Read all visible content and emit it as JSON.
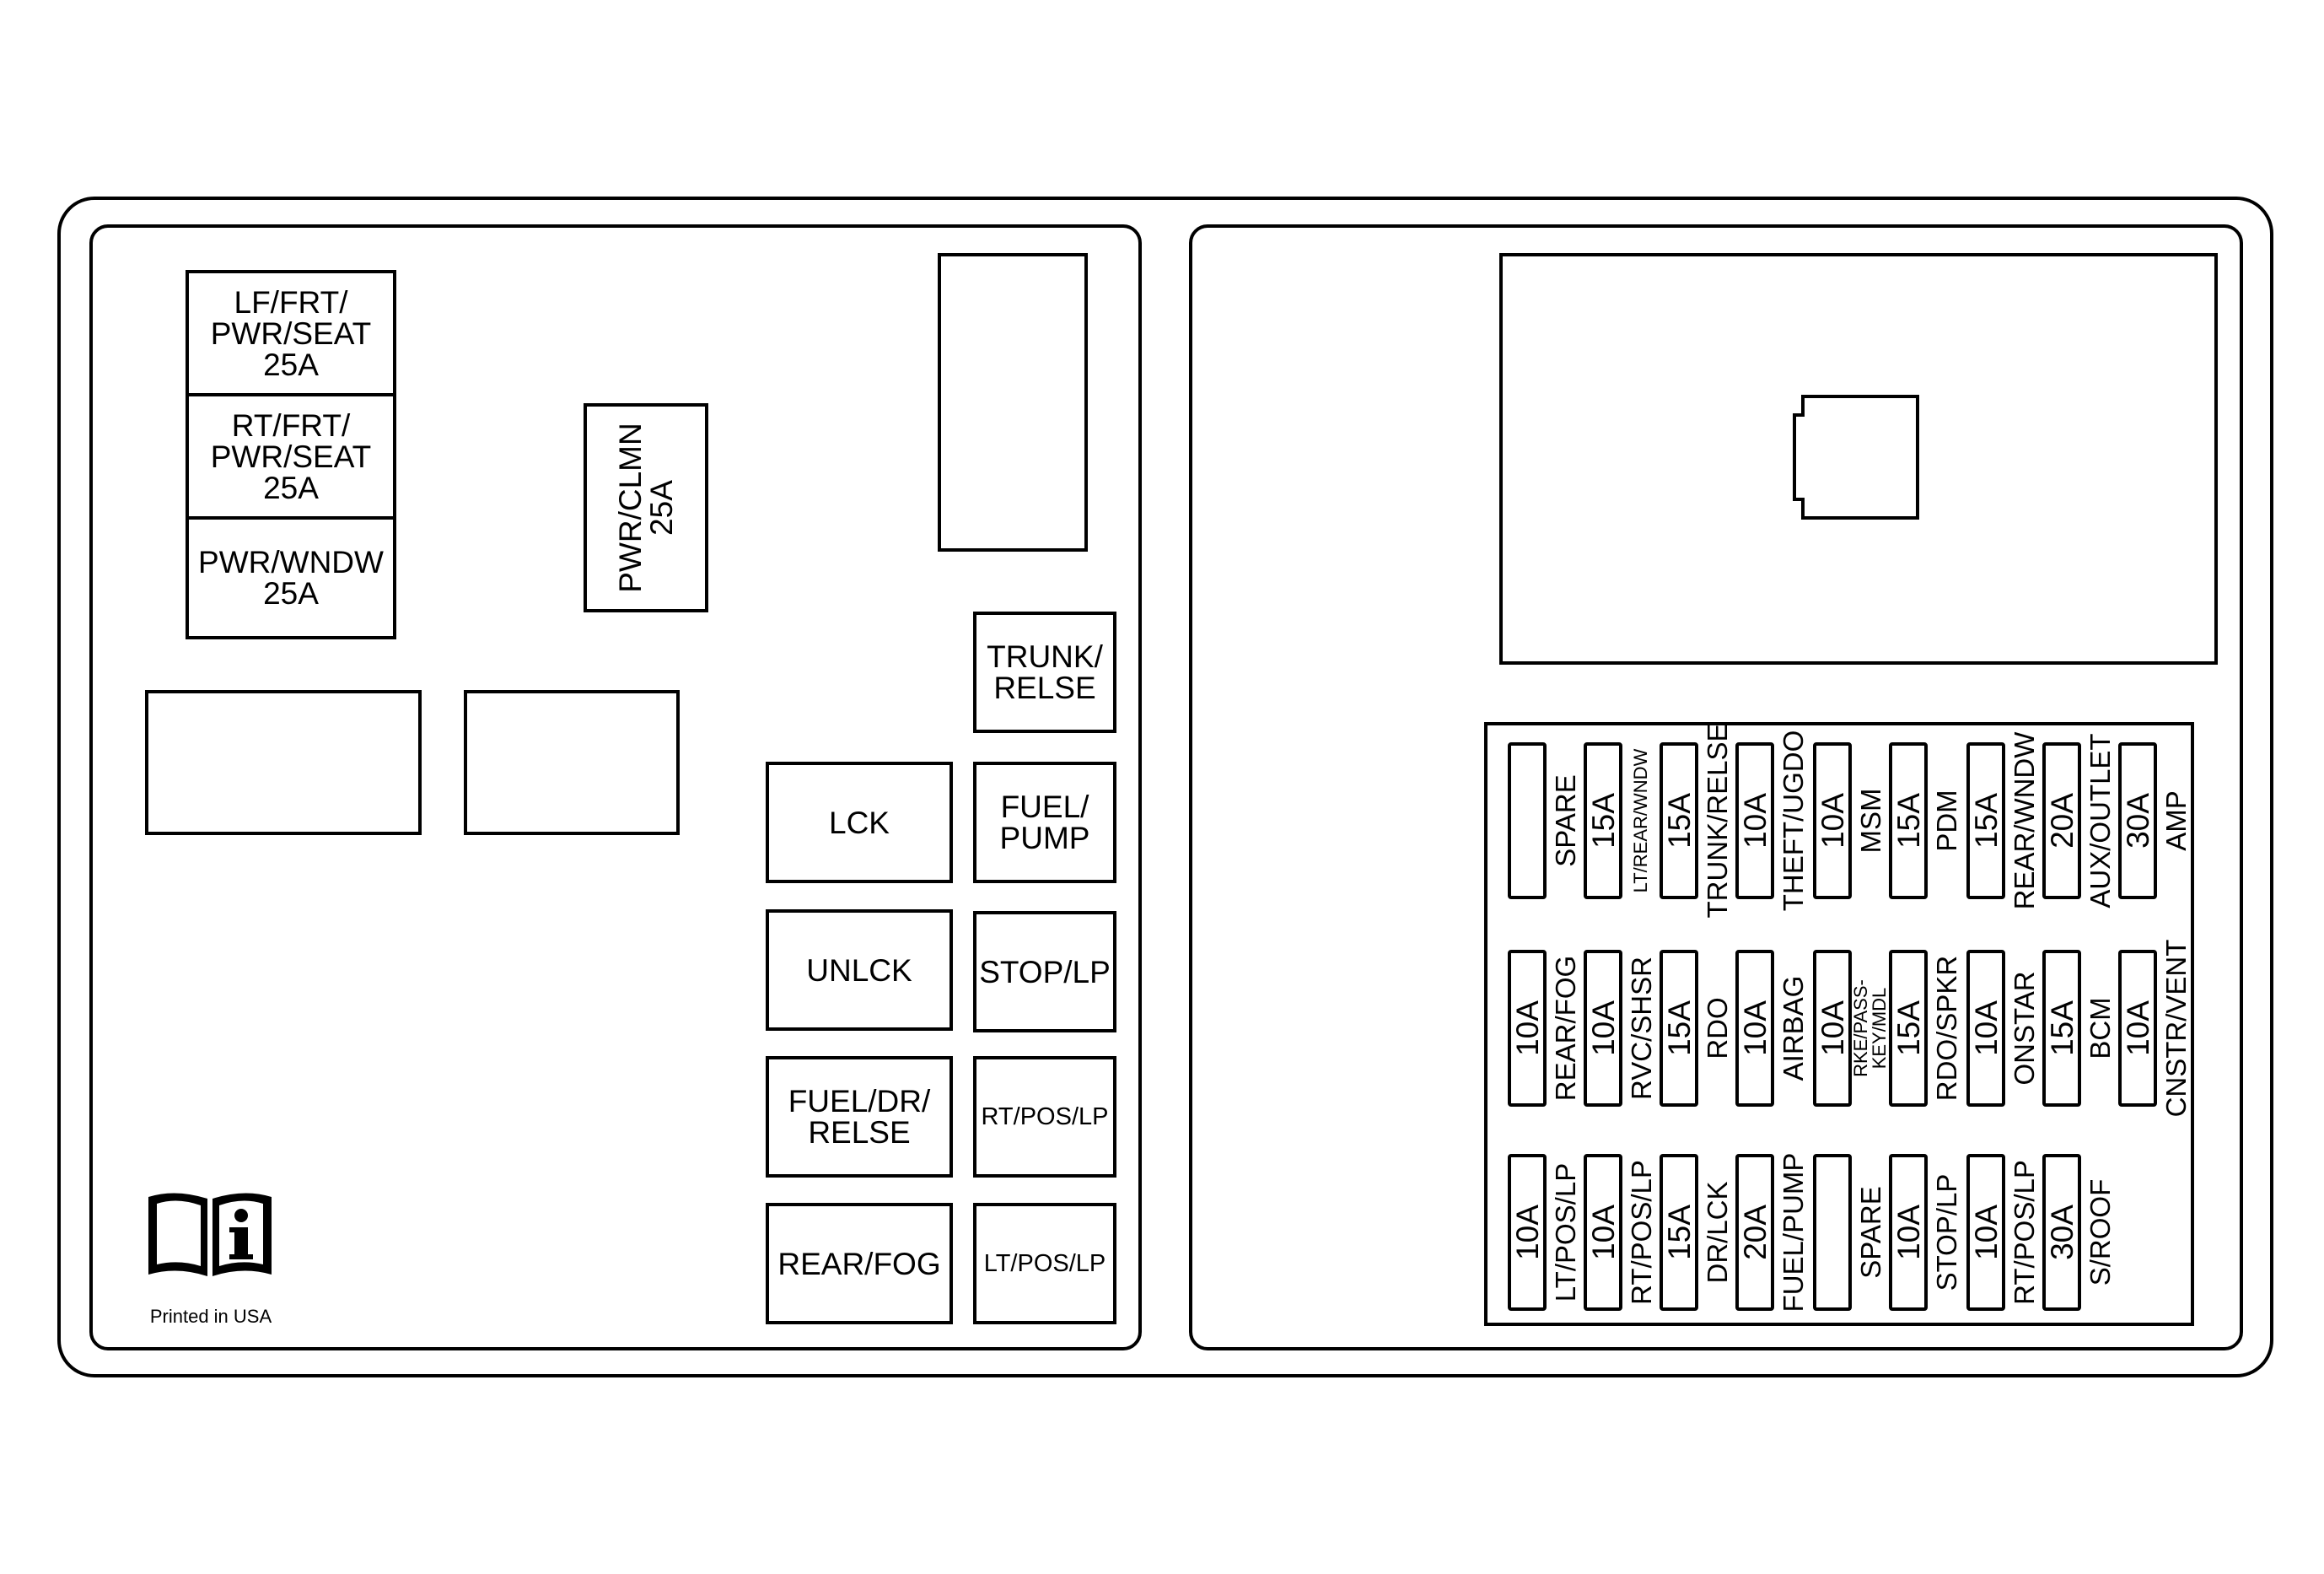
{
  "left_panel": {
    "stack": [
      "LF/FRT/\nPWR/SEAT\n25A",
      "RT/FRT/\nPWR/SEAT\n25A",
      "PWR/WNDW\n25A"
    ],
    "pwr_clmn": "PWR/CLMN\n25A",
    "relays": {
      "trunk": "TRUNK/\nRELSE",
      "lck": "LCK",
      "fuel_pump": "FUEL/\nPUMP",
      "unlck": "UNLCK",
      "stop_lp": "STOP/LP",
      "fuel_dr": "FUEL/DR/\nRELSE",
      "rt_pos": "RT/POS/LP",
      "rear_fog": "REAR/FOG",
      "lt_pos": "LT/POS/LP"
    },
    "printed": "Printed in USA",
    "manual_icon": "owner-manual-info-icon"
  },
  "fuse_rows": [
    [
      {
        "amp": "",
        "name": "SPARE"
      },
      {
        "amp": "15A",
        "name": "LT/REAR/WNDW"
      },
      {
        "amp": "15A",
        "name": "TRUNK/RELSE"
      },
      {
        "amp": "10A",
        "name": "THEFT/UGDO"
      },
      {
        "amp": "10A",
        "name": "MSM"
      },
      {
        "amp": "15A",
        "name": "PDM"
      },
      {
        "amp": "15A",
        "name": "REAR/WNDW"
      },
      {
        "amp": "20A",
        "name": "AUX/OUTLET"
      },
      {
        "amp": "30A",
        "name": "AMP"
      }
    ],
    [
      {
        "amp": "10A",
        "name": "REAR/FOG"
      },
      {
        "amp": "10A",
        "name": "RVC/SHSR"
      },
      {
        "amp": "15A",
        "name": "RDO"
      },
      {
        "amp": "10A",
        "name": "AIRBAG"
      },
      {
        "amp": "10A",
        "name": "RKE/PASS-KEY/MDL"
      },
      {
        "amp": "15A",
        "name": "RDO/SPKR"
      },
      {
        "amp": "10A",
        "name": "ONSTAR"
      },
      {
        "amp": "15A",
        "name": "BCM"
      },
      {
        "amp": "10A",
        "name": "CNSTR/VENT"
      }
    ],
    [
      {
        "amp": "10A",
        "name": "LT/POS/LP"
      },
      {
        "amp": "10A",
        "name": "RT/POS/LP"
      },
      {
        "amp": "15A",
        "name": "DR/LCK"
      },
      {
        "amp": "20A",
        "name": "FUEL/PUMP"
      },
      {
        "amp": "",
        "name": "SPARE"
      },
      {
        "amp": "10A",
        "name": "STOP/LP"
      },
      {
        "amp": "10A",
        "name": "RT/POS/LP"
      },
      {
        "amp": "30A",
        "name": "S/ROOF"
      }
    ]
  ]
}
